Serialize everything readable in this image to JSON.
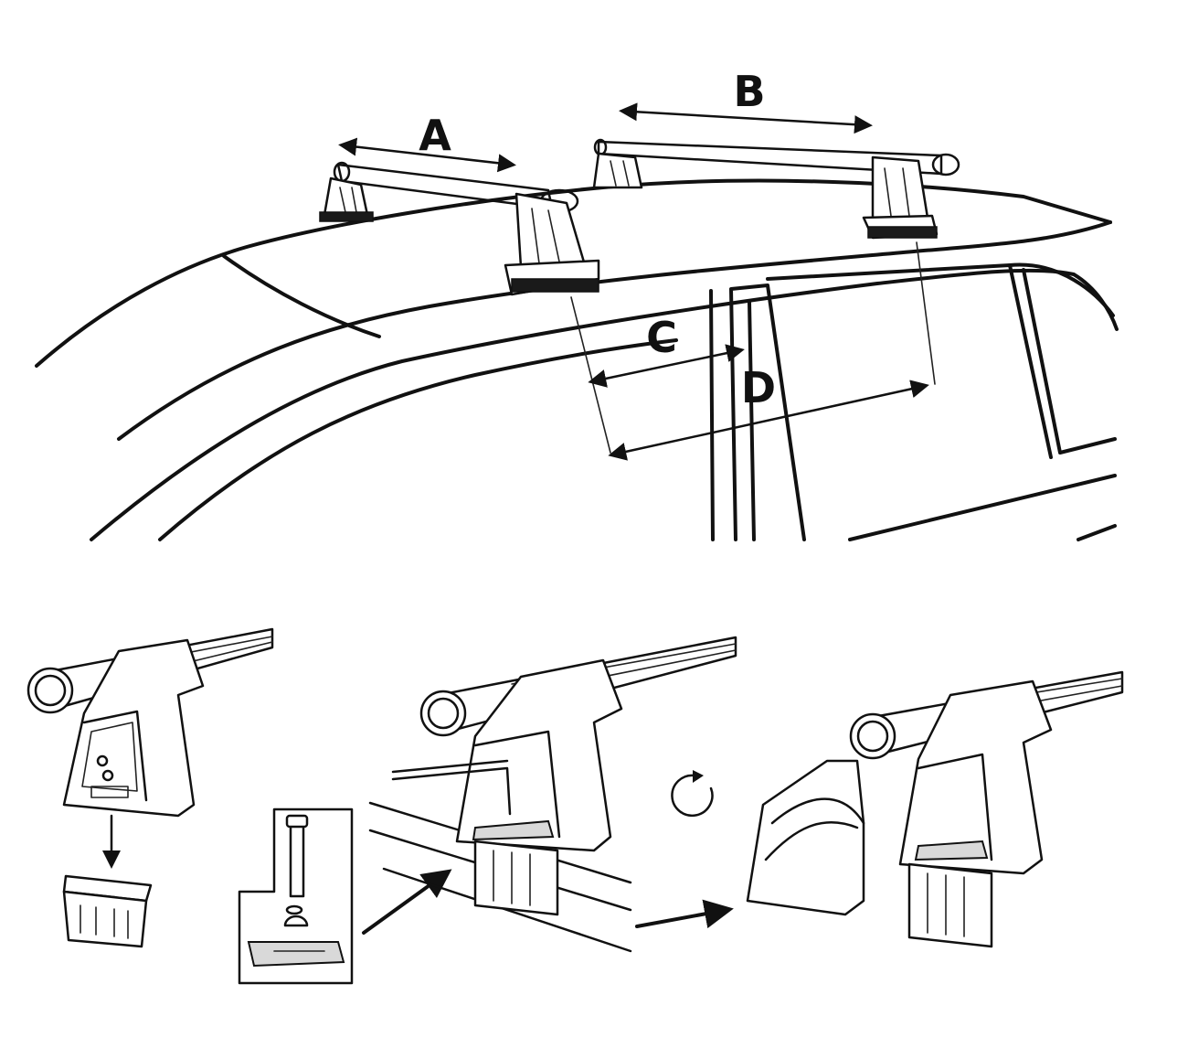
{
  "dimensions": {
    "a": "A",
    "b": "B",
    "c": "C",
    "d": "D"
  },
  "colors": {
    "line": "#111111",
    "background": "#ffffff",
    "pad": "#1a1a1a"
  }
}
